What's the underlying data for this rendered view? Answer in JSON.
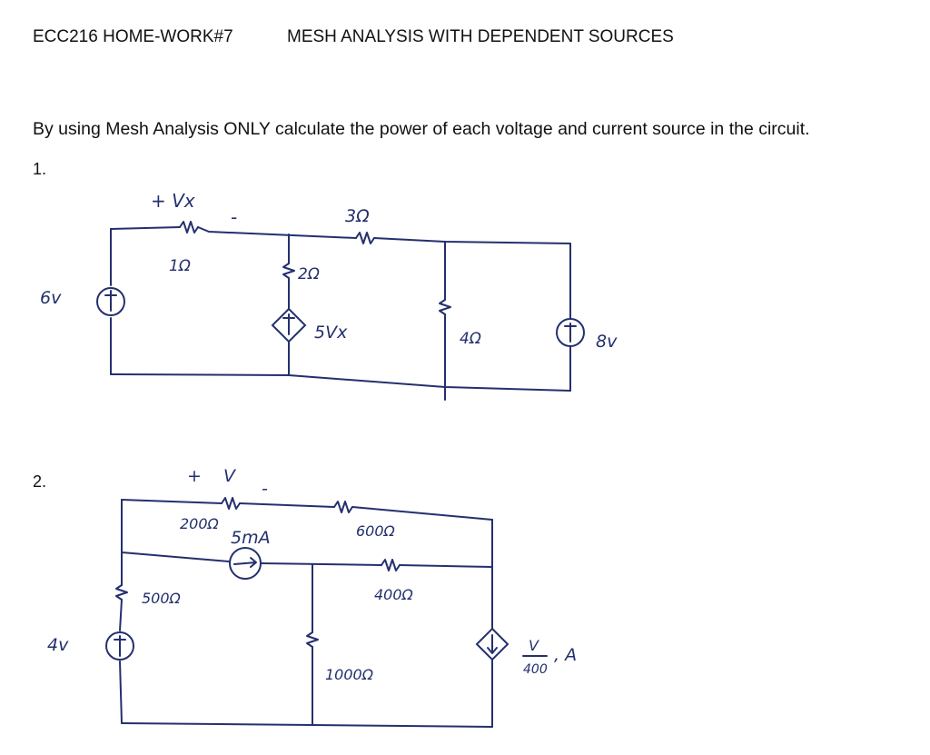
{
  "header": {
    "title": "ECC216 HOME-WORK#7",
    "subtitle": "MESH ANALYSIS WITH DEPENDENT SOURCES"
  },
  "instruction": "By using Mesh Analysis ONLY calculate the power of each voltage and current source in the circuit.",
  "problem1": {
    "number": "1.",
    "vx_plus": "+ Vx",
    "vx_minus": "-",
    "r1": "1Ω",
    "r2": "2Ω",
    "r3": "3Ω",
    "r4": "4Ω",
    "vs_left": "6v",
    "vs_right": "8v",
    "dep_source": "5Vx",
    "plus_sign": "+"
  },
  "problem2": {
    "number": "2.",
    "v_plus": "+",
    "v_label": "V",
    "v_minus": "-",
    "r200": "200Ω",
    "r600": "600Ω",
    "r500": "500Ω",
    "r400": "400Ω",
    "r1000": "1000Ω",
    "current_source": "5mA",
    "vs_left": "4v",
    "dep_num": "V",
    "dep_den": "400",
    "dep_unit": ", A",
    "plus_sign": "+"
  },
  "colors": {
    "ink": "#24306e",
    "text": "#111111",
    "background": "#ffffff"
  }
}
